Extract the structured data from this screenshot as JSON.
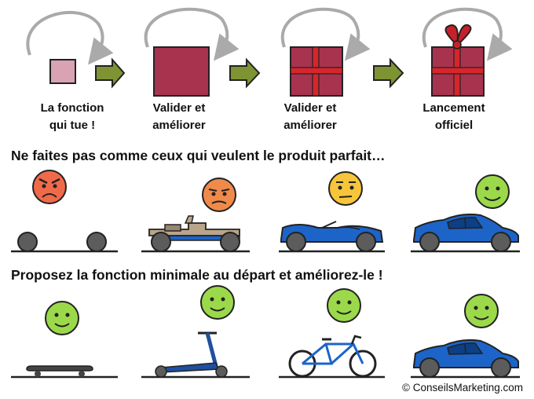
{
  "stages": [
    {
      "label": "La fonction\nqui tue !"
    },
    {
      "label": "Valider et\naméliorer"
    },
    {
      "label": "Valider et\naméliorer"
    },
    {
      "label": "Lancement\nofficiel"
    }
  ],
  "headings": {
    "bad": "Ne faites pas comme ceux qui veulent le produit parfait…",
    "good": "Proposez la fonction minimale au départ et améliorez-le !"
  },
  "copyright": "© ConseilsMarketing.com",
  "colors": {
    "box_light": "#d9a3b3",
    "box_dark": "#a8334f",
    "ribbon": "#d7262b",
    "arrow": "#7e9331",
    "face_angry": "#f06a4a",
    "face_unhappy": "#f08a4a",
    "face_neutral": "#f7c53c",
    "face_happy": "#9bd94a",
    "car_blue": "#1c64c8",
    "wheel_gray": "#5c5c5c"
  }
}
